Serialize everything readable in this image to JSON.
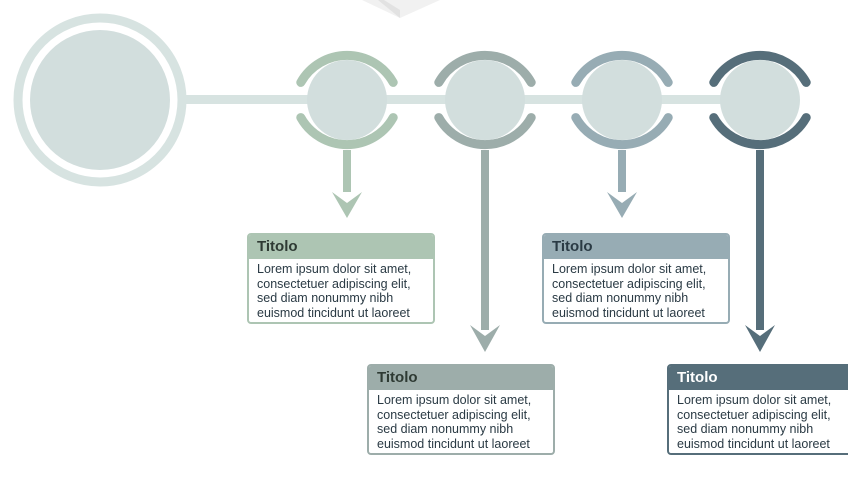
{
  "colors": {
    "big_circle": "#d2dedd",
    "big_ring": "#d7e3e1",
    "inner_fill": "#d2dedd",
    "step1": "#adc5b3",
    "step2": "#9dadaa",
    "step3": "#97acb4",
    "step4": "#566e7a",
    "cube_top": "#f2f2f2",
    "cube_side": "#dedede"
  },
  "steps": [
    {
      "title": "Titolo",
      "body": "Lorem ipsum dolor sit amet, consectetuer adipiscing elit, sed diam nonummy nibh euismod tincidunt ut laoreet"
    },
    {
      "title": "Titolo",
      "body": "Lorem ipsum dolor sit amet, consectetuer adipiscing elit, sed diam nonummy nibh euismod tincidunt ut laoreet"
    },
    {
      "title": "Titolo",
      "body": "Lorem ipsum dolor sit amet, consectetuer adipiscing elit, sed diam nonummy nibh euismod tincidunt ut laoreet"
    },
    {
      "title": "Titolo",
      "body": "Lorem ipsum dolor sit amet, consectetuer adipiscing elit, sed diam nonummy nibh euismod tincidunt ut laoreet"
    }
  ]
}
